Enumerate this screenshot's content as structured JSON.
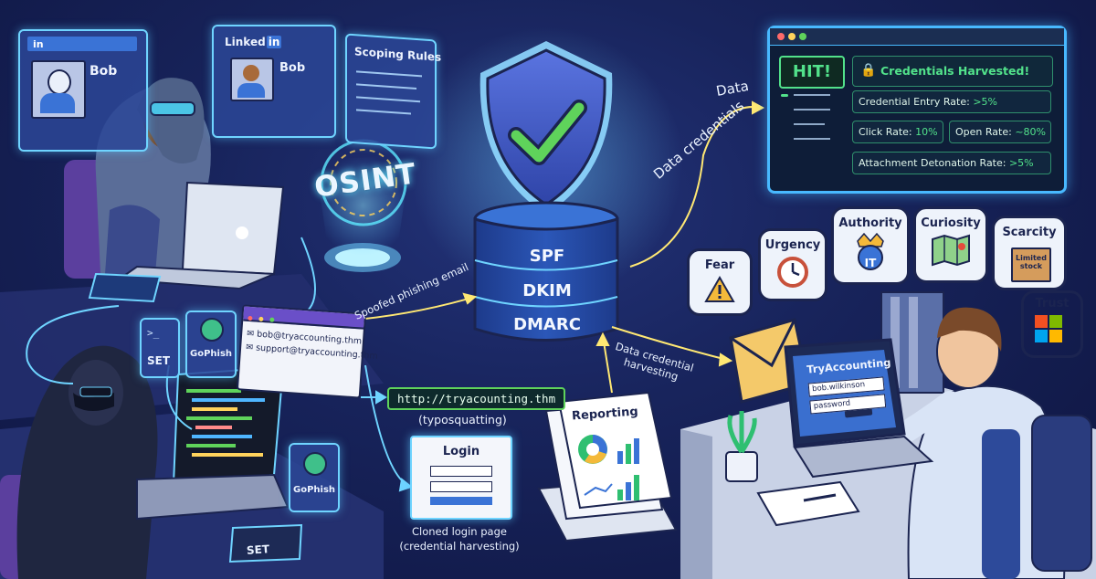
{
  "osint": {
    "profile1": {
      "network": "in",
      "name": "Bob"
    },
    "profile2": {
      "network_a": "Linked",
      "network_b": "in",
      "name": "Bob"
    },
    "scoping_title": "Scoping Rules",
    "hologram_label": "OSINT"
  },
  "attacker_tools": {
    "set_label": "SET",
    "gophish_label": "GoPhish",
    "gophish_label_2": "GoPhish",
    "set_label_2": "SET",
    "emails": [
      "bob@tryaccounting.thm",
      "support@tryaccounting.thm"
    ],
    "url": "http://tryacounting.thm",
    "typosquat_note": "(typosquatting)",
    "login_title": "Login",
    "cloned_line1": "Cloned login page",
    "cloned_line2": "(credential harvesting)"
  },
  "email_auth": {
    "layers": [
      "SPF",
      "DKIM",
      "DMARC"
    ]
  },
  "flows": {
    "spoofed": "Spoofed phishing email",
    "data_credentials": "Data credentials",
    "data_top": "Data",
    "harvest_line1": "Data credential",
    "harvest_line2": "harvesting"
  },
  "reporting": {
    "title": "Reporting"
  },
  "dashboard": {
    "hit_label": "HIT!",
    "harvested_label": "Credentials Harvested!",
    "metrics": {
      "entry_label": "Credential Entry Rate: ",
      "entry_value": ">5%",
      "click_label": "Click Rate: ",
      "click_value": "10%",
      "open_label": "Open Rate: ",
      "open_value": "~80%",
      "attach_label": "Attachment Detonation Rate: ",
      "attach_value": ">5%"
    }
  },
  "triggers": {
    "fear": "Fear",
    "urgency": "Urgency",
    "authority": "Authority",
    "authority_badge": "IT",
    "curiosity": "Curiosity",
    "scarcity": "Scarcity",
    "scarcity_box": "Limited stock",
    "trust": "Trust"
  },
  "victim": {
    "screen_title": "TryAccounting",
    "username": "bob.wilkinson",
    "password": "password"
  },
  "colors": {
    "background": "#18245c",
    "glow": "#6fd4ff",
    "shield": "#3e58c8",
    "check": "#5fd35b",
    "dashboard_bg": "#0e1d38",
    "dashboard_green": "#52e28b"
  }
}
